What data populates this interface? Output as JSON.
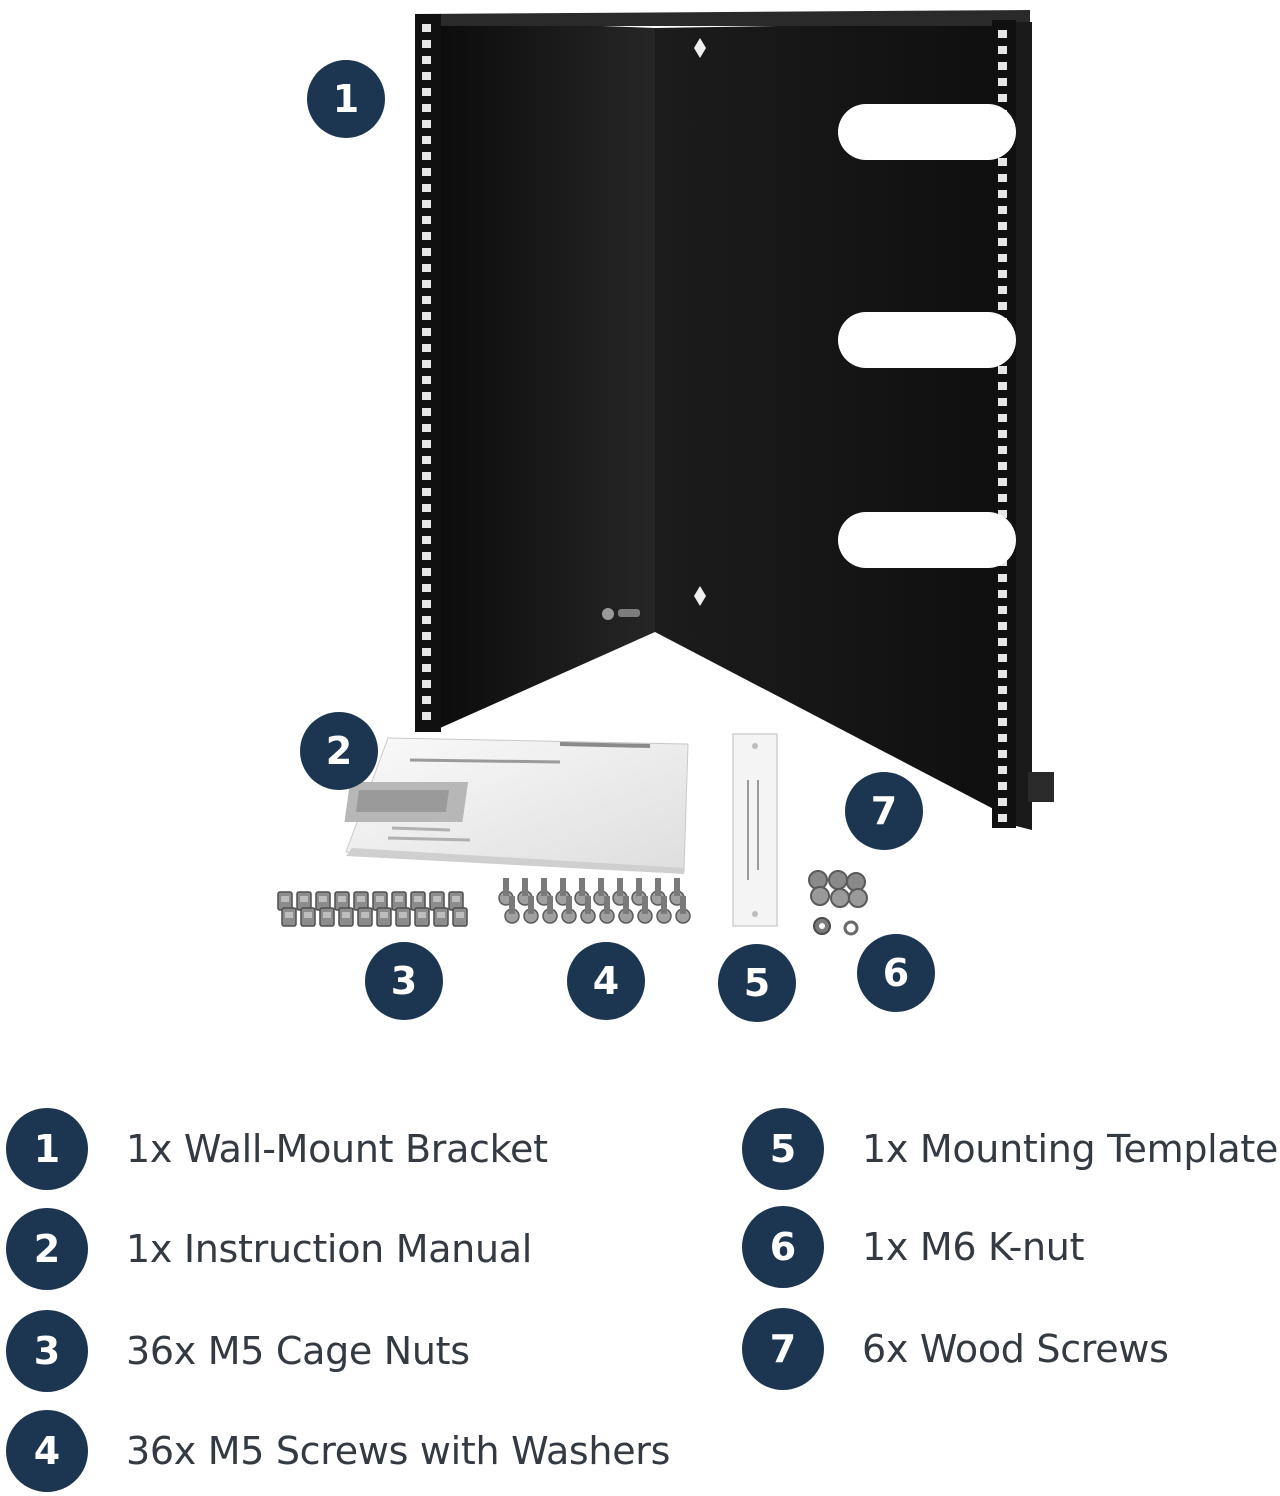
{
  "callouts": [
    "1",
    "2",
    "3",
    "4",
    "5",
    "6",
    "7"
  ],
  "legend": [
    {
      "number": "1",
      "label": "1x Wall-Mount Bracket"
    },
    {
      "number": "2",
      "label": "1x Instruction Manual"
    },
    {
      "number": "3",
      "label": "36x M5 Cage Nuts"
    },
    {
      "number": "4",
      "label": "36x M5 Screws with Washers"
    },
    {
      "number": "5",
      "label": "1x Mounting Template"
    },
    {
      "number": "6",
      "label": "1x M6 K-nut"
    },
    {
      "number": "7",
      "label": "6x Wood Screws"
    }
  ],
  "colors": {
    "badge": "#1c3550",
    "bracket": "#141414",
    "text": "#333a42"
  }
}
